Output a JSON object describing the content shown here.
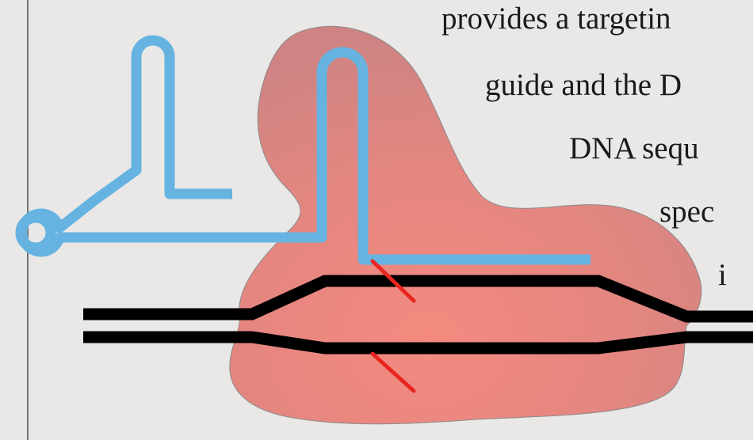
{
  "caption": {
    "lines": [
      "provides a targetin",
      "guide and the D",
      "DNA sequ",
      "spec",
      "i"
    ]
  },
  "colors": {
    "background": "#eae8e6",
    "protein": "#e9857e",
    "guide_rna": "#66b3e1",
    "dna": "#000000",
    "cut_mark": "#e8261f",
    "frame_line": "#707478"
  },
  "icons": {
    "cas9_protein": "cas9-protein-blob",
    "guide_rna": "guide-rna-strand",
    "dna": "dna-double-strand",
    "cut_sites": "scissor-cut-marks"
  }
}
